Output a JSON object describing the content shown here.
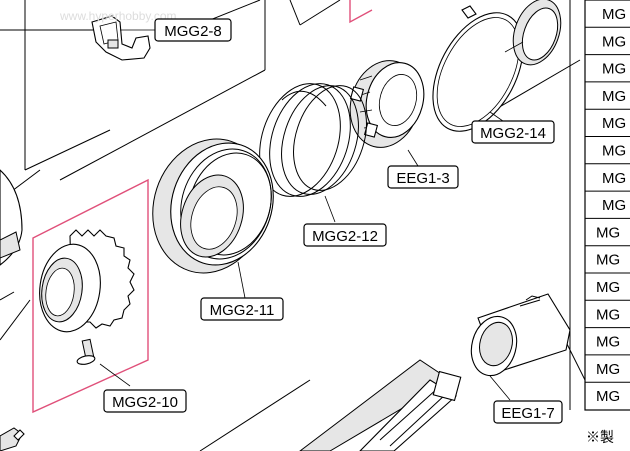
{
  "watermark": "www.hyperhobby.com",
  "highlight_color": "#e0507a",
  "parts_list": [
    "MG",
    "MG",
    "MG",
    "MG",
    "MG",
    "MG",
    "MG",
    "MG",
    "MG",
    "MG",
    "MG",
    "MG",
    "MG",
    "MG",
    "MG"
  ],
  "labels": {
    "mgg2_8": "MGG2-8",
    "mgg2_14": "MGG2-14",
    "eeg1_3": "EEG1-3",
    "mgg2_12": "MGG2-12",
    "mgg2_11": "MGG2-11",
    "mgg2_10": "MGG2-10",
    "eeg1_7": "EEG1-7"
  },
  "note": "※製"
}
